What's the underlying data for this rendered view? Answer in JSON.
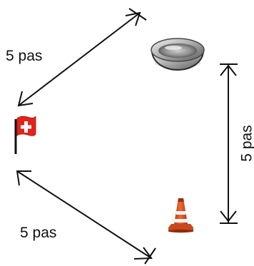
{
  "distances": {
    "top_left": "5 pas",
    "bottom_left": "5 pas",
    "right": "5 pas"
  },
  "stations": {
    "start": "swiss-flag",
    "bowl": "metal-bowl",
    "cone": "traffic-cone"
  },
  "colors": {
    "flag_red": "#e2231a",
    "cone_orange": "#e8511f",
    "arrow": "#111111"
  }
}
